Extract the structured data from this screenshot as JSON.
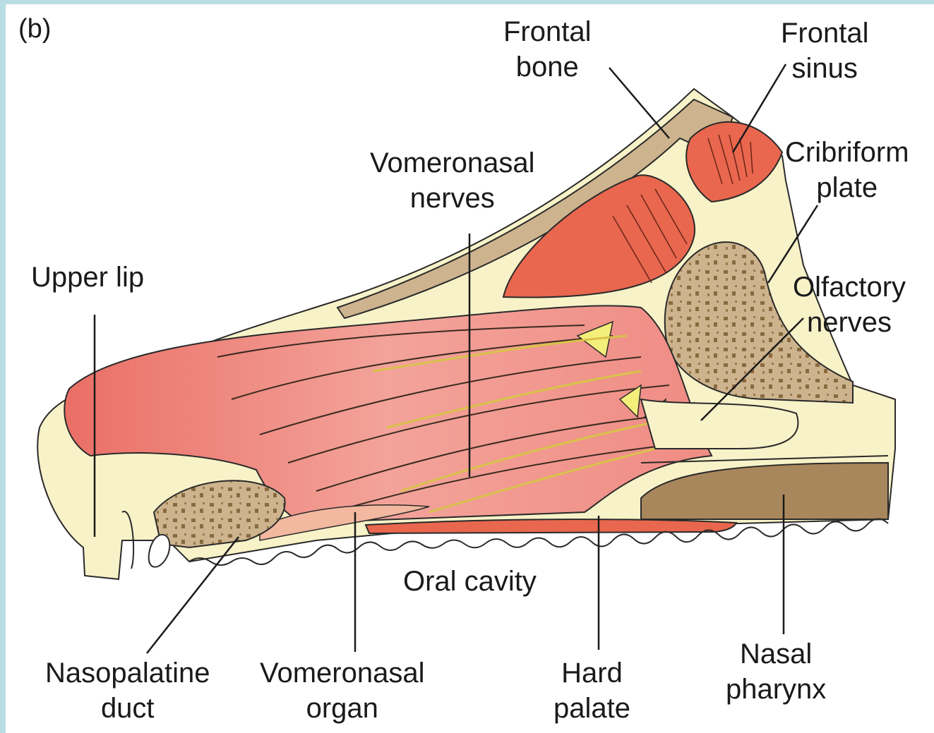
{
  "figure": {
    "panel_label": "(b)",
    "labels": {
      "frontal_bone": [
        "Frontal",
        "bone"
      ],
      "frontal_sinus": [
        "Frontal",
        "sinus"
      ],
      "cribriform_plate": [
        "Cribriform",
        "plate"
      ],
      "vomeronasal_nerves": [
        "Vomeronasal",
        "nerves"
      ],
      "upper_lip": "Upper lip",
      "olfactory_nerves": [
        "Olfactory",
        "nerves"
      ],
      "oral_cavity": "Oral cavity",
      "nasopalatine_duct": [
        "Nasopalatine",
        "duct"
      ],
      "vomeronasal_organ": [
        "Vomeronasal",
        "organ"
      ],
      "hard_palate": [
        "Hard",
        "palate"
      ],
      "nasal_pharynx": [
        "Nasal",
        "pharynx"
      ]
    },
    "colors": {
      "border": "#b8dde2",
      "skin": "#f8f2c8",
      "bone": "#cdb48e",
      "bone_dark": "#a9875c",
      "mucosa": "#ef8c84",
      "muscle": "#e8674e",
      "nerve": "#f4ee7a",
      "outline": "#2a2a2a"
    }
  }
}
